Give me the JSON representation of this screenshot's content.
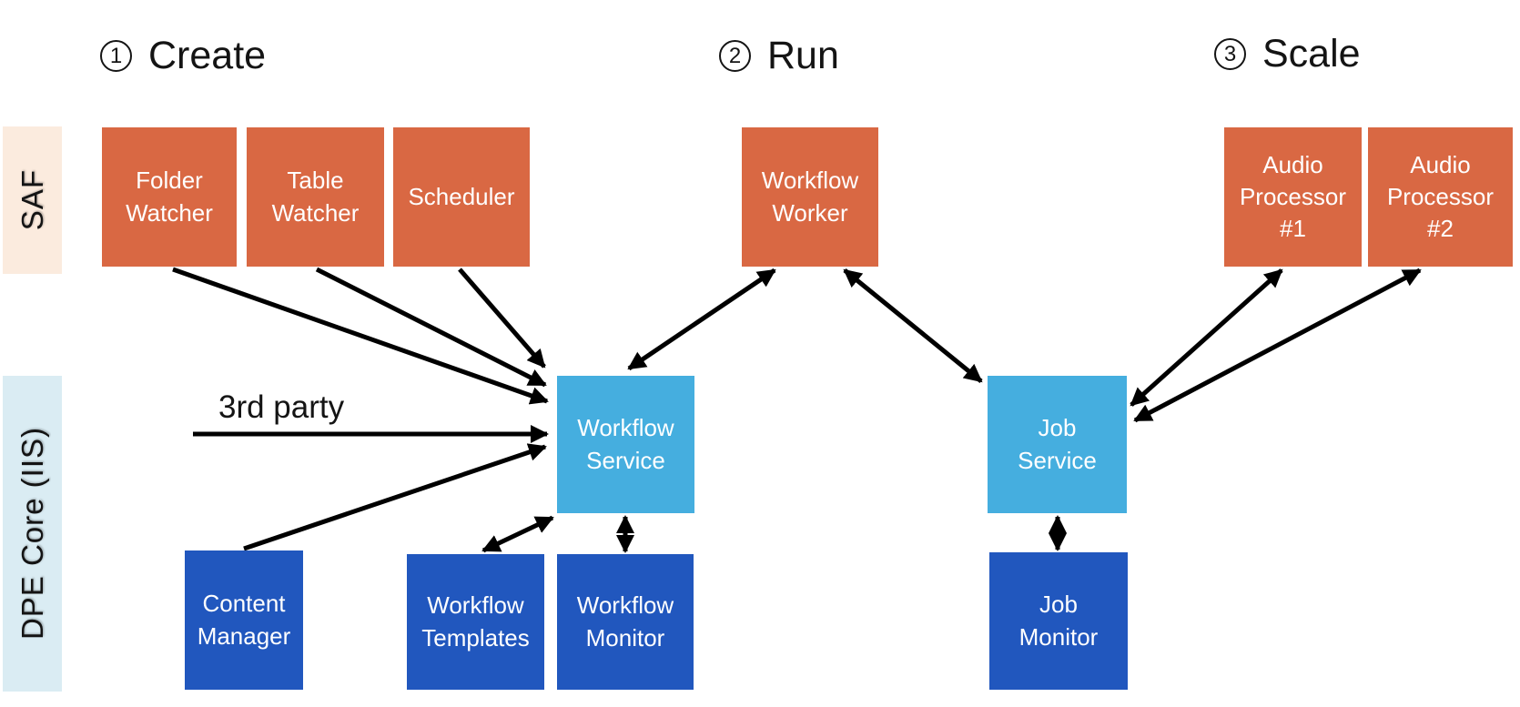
{
  "headers": {
    "create": {
      "number": "1",
      "label": "Create"
    },
    "run": {
      "number": "2",
      "label": "Run"
    },
    "scale": {
      "number": "3",
      "label": "Scale"
    }
  },
  "lanes": {
    "saf": "SAF",
    "dpe_core": "DPE Core (IIS)"
  },
  "annotations": {
    "third_party": "3rd party"
  },
  "boxes": {
    "folder_watcher": "Folder\nWatcher",
    "table_watcher": "Table\nWatcher",
    "scheduler": "Scheduler",
    "workflow_worker": "Workflow\nWorker",
    "audio_processor_1": "Audio\nProcessor\n#1",
    "audio_processor_2": "Audio\nProcessor\n#2",
    "workflow_service": "Workflow\nService",
    "job_service": "Job\nService",
    "content_manager": "Content\nManager",
    "workflow_templates": "Workflow\nTemplates",
    "workflow_monitor": "Workflow\nMonitor",
    "job_monitor": "Job\nMonitor"
  },
  "colors": {
    "producer_orange": "#D96843",
    "service_light_blue": "#45AEDF",
    "component_dark_blue": "#2157BE",
    "saf_band_bg": "#FBEBDE",
    "dpe_band_bg": "#DAECF3",
    "arrow_black": "#000000",
    "text_dark": "#141414"
  },
  "connections": [
    {
      "from": "Folder Watcher",
      "to": "Workflow Service",
      "bidirectional": false
    },
    {
      "from": "Table Watcher",
      "to": "Workflow Service",
      "bidirectional": false
    },
    {
      "from": "Scheduler",
      "to": "Workflow Service",
      "bidirectional": false
    },
    {
      "from": "3rd party",
      "to": "Workflow Service",
      "bidirectional": false
    },
    {
      "from": "Content Manager",
      "to": "Workflow Service",
      "bidirectional": false
    },
    {
      "from": "Workflow Service",
      "to": "Workflow Worker",
      "bidirectional": true
    },
    {
      "from": "Workflow Worker",
      "to": "Job Service",
      "bidirectional": true
    },
    {
      "from": "Job Service",
      "to": "Audio Processor #1",
      "bidirectional": true
    },
    {
      "from": "Job Service",
      "to": "Audio Processor #2",
      "bidirectional": true
    },
    {
      "from": "Workflow Service",
      "to": "Workflow Templates",
      "bidirectional": true
    },
    {
      "from": "Workflow Service",
      "to": "Workflow Monitor",
      "bidirectional": true
    },
    {
      "from": "Job Service",
      "to": "Job Monitor",
      "bidirectional": true
    }
  ]
}
